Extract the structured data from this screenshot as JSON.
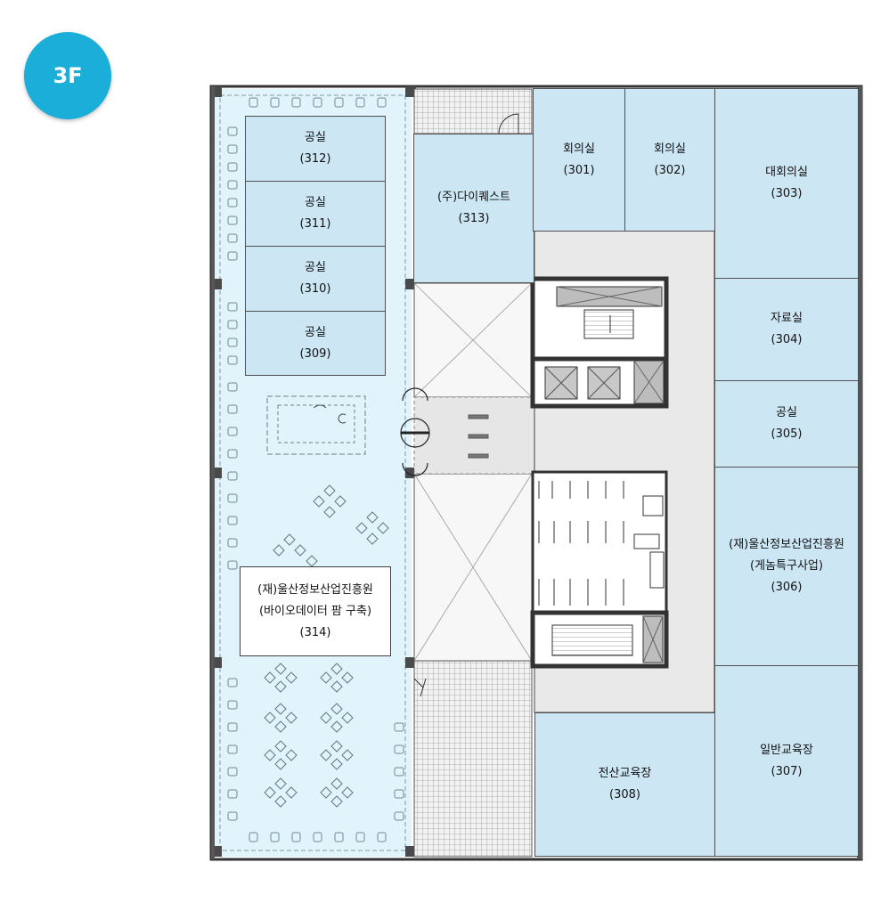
{
  "floor": {
    "label": "3F",
    "accent": "#1aaed8"
  },
  "colors": {
    "room_fill": "#cde6f4",
    "lounge_fill": "#e2f4fb",
    "core_fill": "#e8e8e8",
    "wall": "#333333"
  },
  "rooms": {
    "r312": {
      "name": "공실",
      "num": "(312)"
    },
    "r311": {
      "name": "공실",
      "num": "(311)"
    },
    "r310": {
      "name": "공실",
      "num": "(310)"
    },
    "r309": {
      "name": "공실",
      "num": "(309)"
    },
    "r313": {
      "name": "(주)다이퀘스트",
      "num": "(313)"
    },
    "r301": {
      "name": "회의실",
      "num": "(301)"
    },
    "r302": {
      "name": "회의실",
      "num": "(302)"
    },
    "r303": {
      "name": "대회의실",
      "num": "(303)"
    },
    "r304": {
      "name": "자료실",
      "num": "(304)"
    },
    "r305": {
      "name": "공실",
      "num": "(305)"
    },
    "r306": {
      "name": "(재)울산정보산업진흥원",
      "sub": "(게놈특구사업)",
      "num": "(306)"
    },
    "r307": {
      "name": "일반교육장",
      "num": "(307)"
    },
    "r308": {
      "name": "전산교육장",
      "num": "(308)"
    },
    "r314": {
      "name": "(재)울산정보산업진흥원",
      "sub": "(바이오데이터 팜 구축)",
      "num": "(314)"
    }
  }
}
